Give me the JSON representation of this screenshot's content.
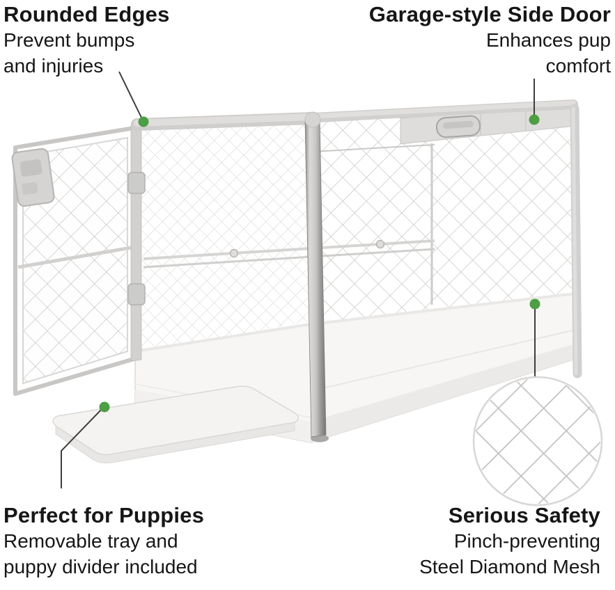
{
  "callouts": {
    "rounded_edges": {
      "title": "Rounded Edges",
      "lines": [
        "Prevent bumps",
        "and injuries"
      ]
    },
    "side_door": {
      "title": "Garage-style Side Door",
      "lines": [
        "Enhances pup",
        "comfort"
      ]
    },
    "puppies": {
      "title": "Perfect for Puppies",
      "lines": [
        "Removable tray and",
        "puppy divider included"
      ]
    },
    "safety": {
      "title": "Serious Safety",
      "lines": [
        "Pinch-preventing",
        "Steel Diamond Mesh"
      ]
    }
  },
  "colors": {
    "marker_green": "#4d9e44",
    "leader_line": "#3d3d3d",
    "text": "#161616",
    "background": "#ffffff"
  },
  "illustration": {
    "subject": "Collapsible dog crate with open front door, garage-style top door, removable tray and a magnified detail circle of steel diamond mesh"
  }
}
